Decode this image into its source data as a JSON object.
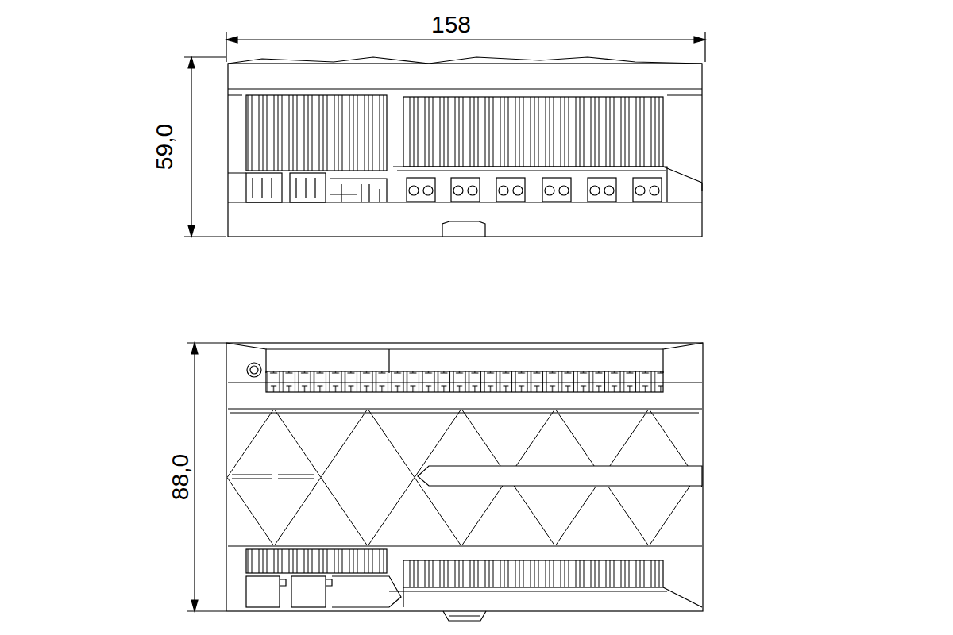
{
  "diagram": {
    "labels": [
      "158",
      "59,0",
      "88,0"
    ]
  }
}
